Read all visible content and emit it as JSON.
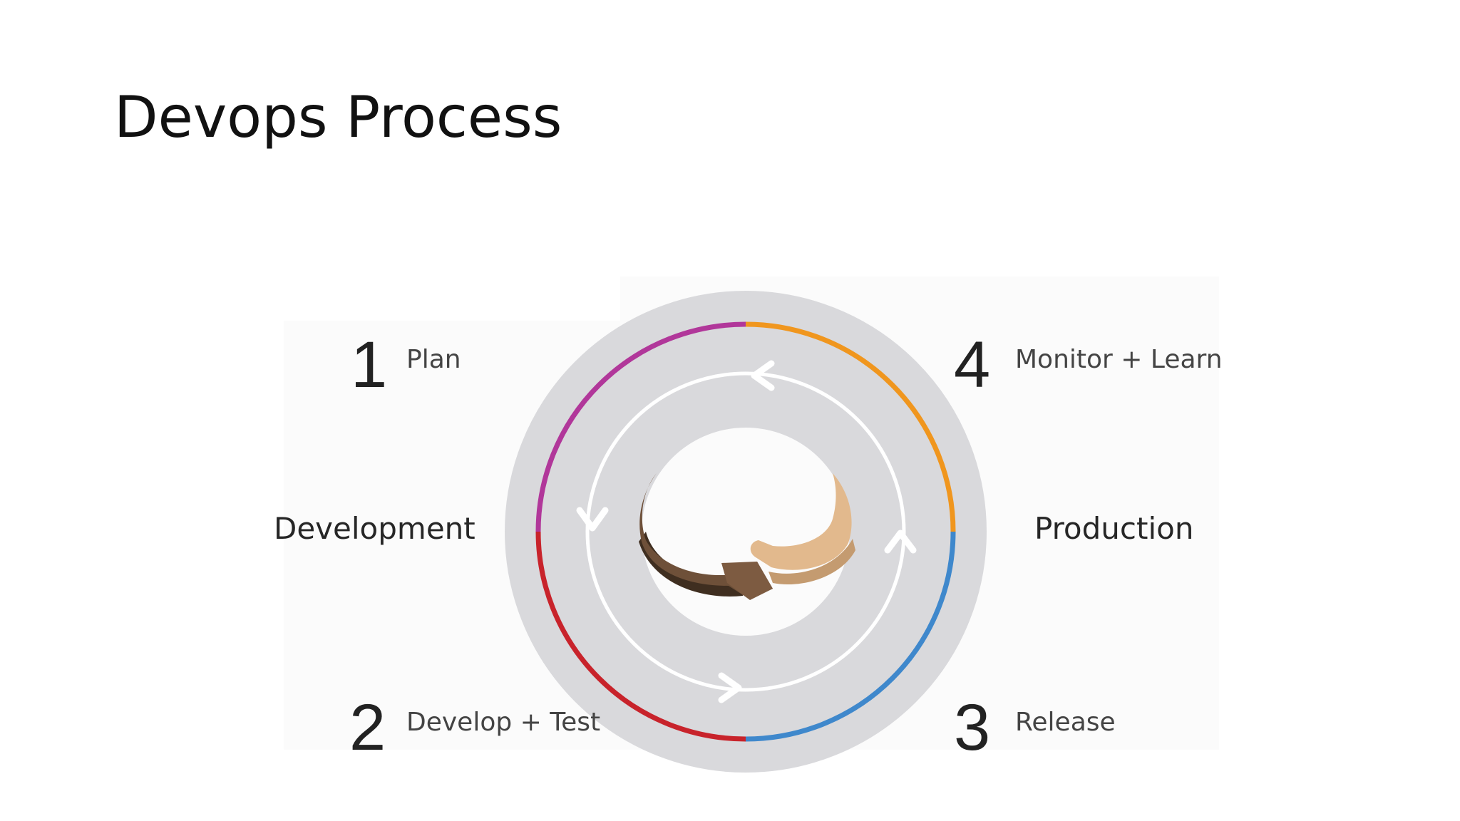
{
  "slide": {
    "title": "Devops Process"
  },
  "cycle": {
    "phases": {
      "left": "Development",
      "right": "Production"
    },
    "steps": [
      {
        "number": "1",
        "label": "Plan",
        "color": "#b1379a"
      },
      {
        "number": "2",
        "label": "Develop + Test",
        "color": "#c8232b"
      },
      {
        "number": "3",
        "label": "Release",
        "color": "#3f88cc"
      },
      {
        "number": "4",
        "label": "Monitor + Learn",
        "color": "#f0961e"
      }
    ],
    "ring_color": "#d9d9dc",
    "arrow_color": "#ffffff",
    "center_icon": "joined-hands-icon"
  }
}
